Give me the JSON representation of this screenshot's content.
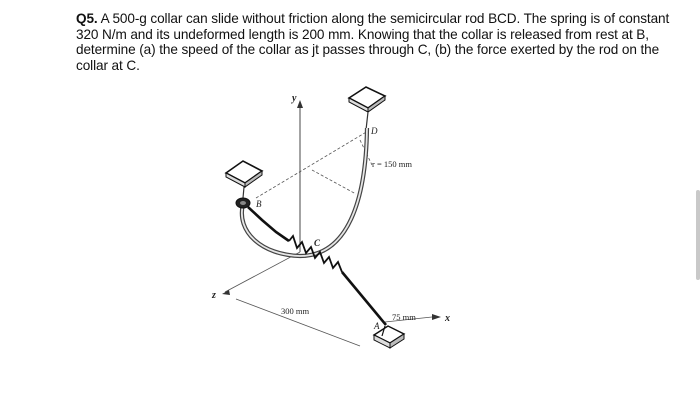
{
  "question": {
    "number": "Q5.",
    "text": "A 500-g collar can slide without friction along the semicircular rod BCD. The spring is of constant 320 N/m and its undeformed length is 200 mm. Knowing that the collar is released from rest at B, determine (a) the speed of the collar as jt passes through C, (b) the force exerted by the rod on the collar at C."
  },
  "figure": {
    "axis_y": "y",
    "axis_z": "z",
    "axis_x": "x",
    "point_b": "B",
    "point_c": "C",
    "point_d": "D",
    "point_a": "A",
    "radius_label": "r = 150 mm",
    "dim_300": "300 mm",
    "dim_75": "75 mm"
  }
}
